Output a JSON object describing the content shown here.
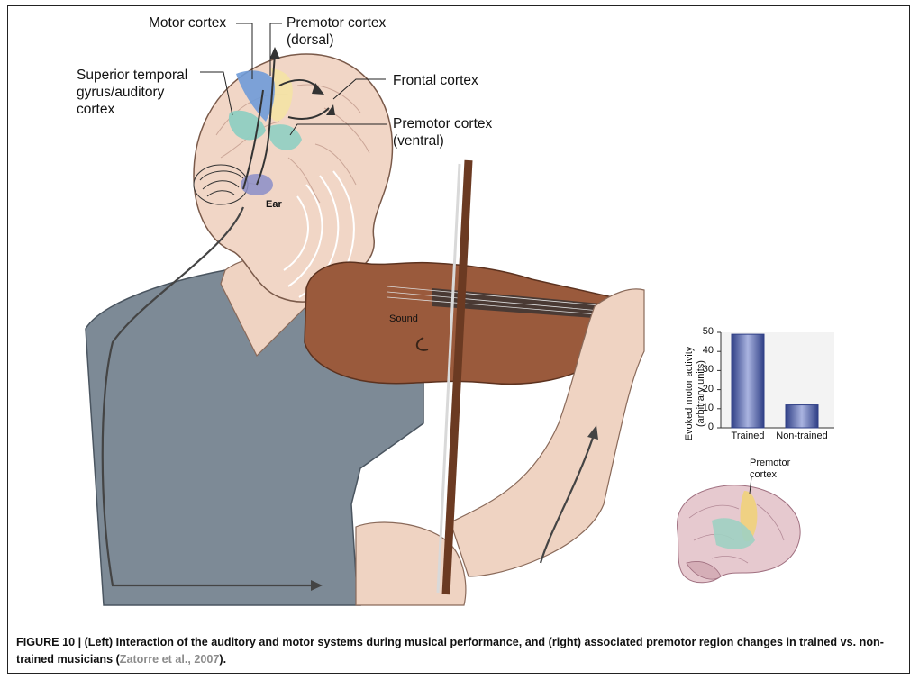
{
  "illustration": {
    "labels": {
      "motor_cortex": "Motor cortex",
      "premotor_dorsal": "Premotor cortex\n(dorsal)",
      "superior_temporal": "Superior temporal\ngyrus/auditory\ncortex",
      "frontal_cortex": "Frontal cortex",
      "premotor_ventral": "Premotor cortex\n(ventral)",
      "ear": "Ear",
      "sound": "Sound"
    }
  },
  "chart_data": {
    "type": "bar",
    "categories": [
      "Trained",
      "Non-trained"
    ],
    "values": [
      49,
      12
    ],
    "ylabel": "Evoked motor activity\n(arbitrary units)",
    "ylim": [
      0,
      50
    ],
    "yticks": [
      "0",
      "10",
      "20",
      "30",
      "40",
      "50"
    ]
  },
  "inset_brain": {
    "label": "Premotor\ncortex"
  },
  "caption": {
    "text": "FIGURE 10 | (Left) Interaction of the auditory and motor systems during musical performance, and (right) associated premotor region changes in trained vs. non-trained musicians (",
    "reference": "Zatorre et al., 2007",
    "end": ")."
  },
  "colors": {
    "skin": "#f1d6c6",
    "shirt": "#7d8a96",
    "violin": "#9a5a3c",
    "motor_blue": "#6f9bd8",
    "premotor_yellow": "#f3e3a6",
    "auditory_teal": "#8fcfc2",
    "bar": "#4f63a8"
  }
}
